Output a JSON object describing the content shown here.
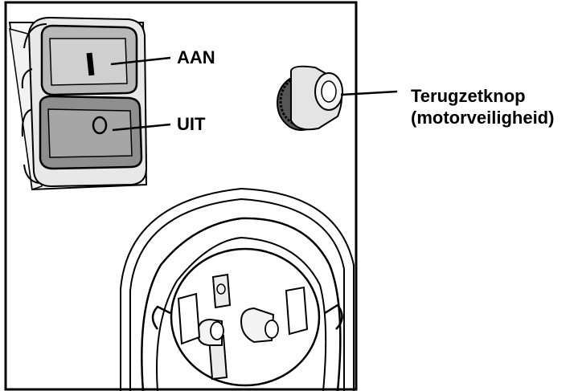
{
  "labels": {
    "on": "AAN",
    "off": "UIT",
    "reset_line1": "Terugzetknop",
    "reset_line2": "(motorveiligheid)"
  },
  "colors": {
    "frame": "#000000",
    "button_fill": "#c8c8c8",
    "button_dark": "#8a8a8a",
    "reset_fill": "#e6e6e6"
  }
}
